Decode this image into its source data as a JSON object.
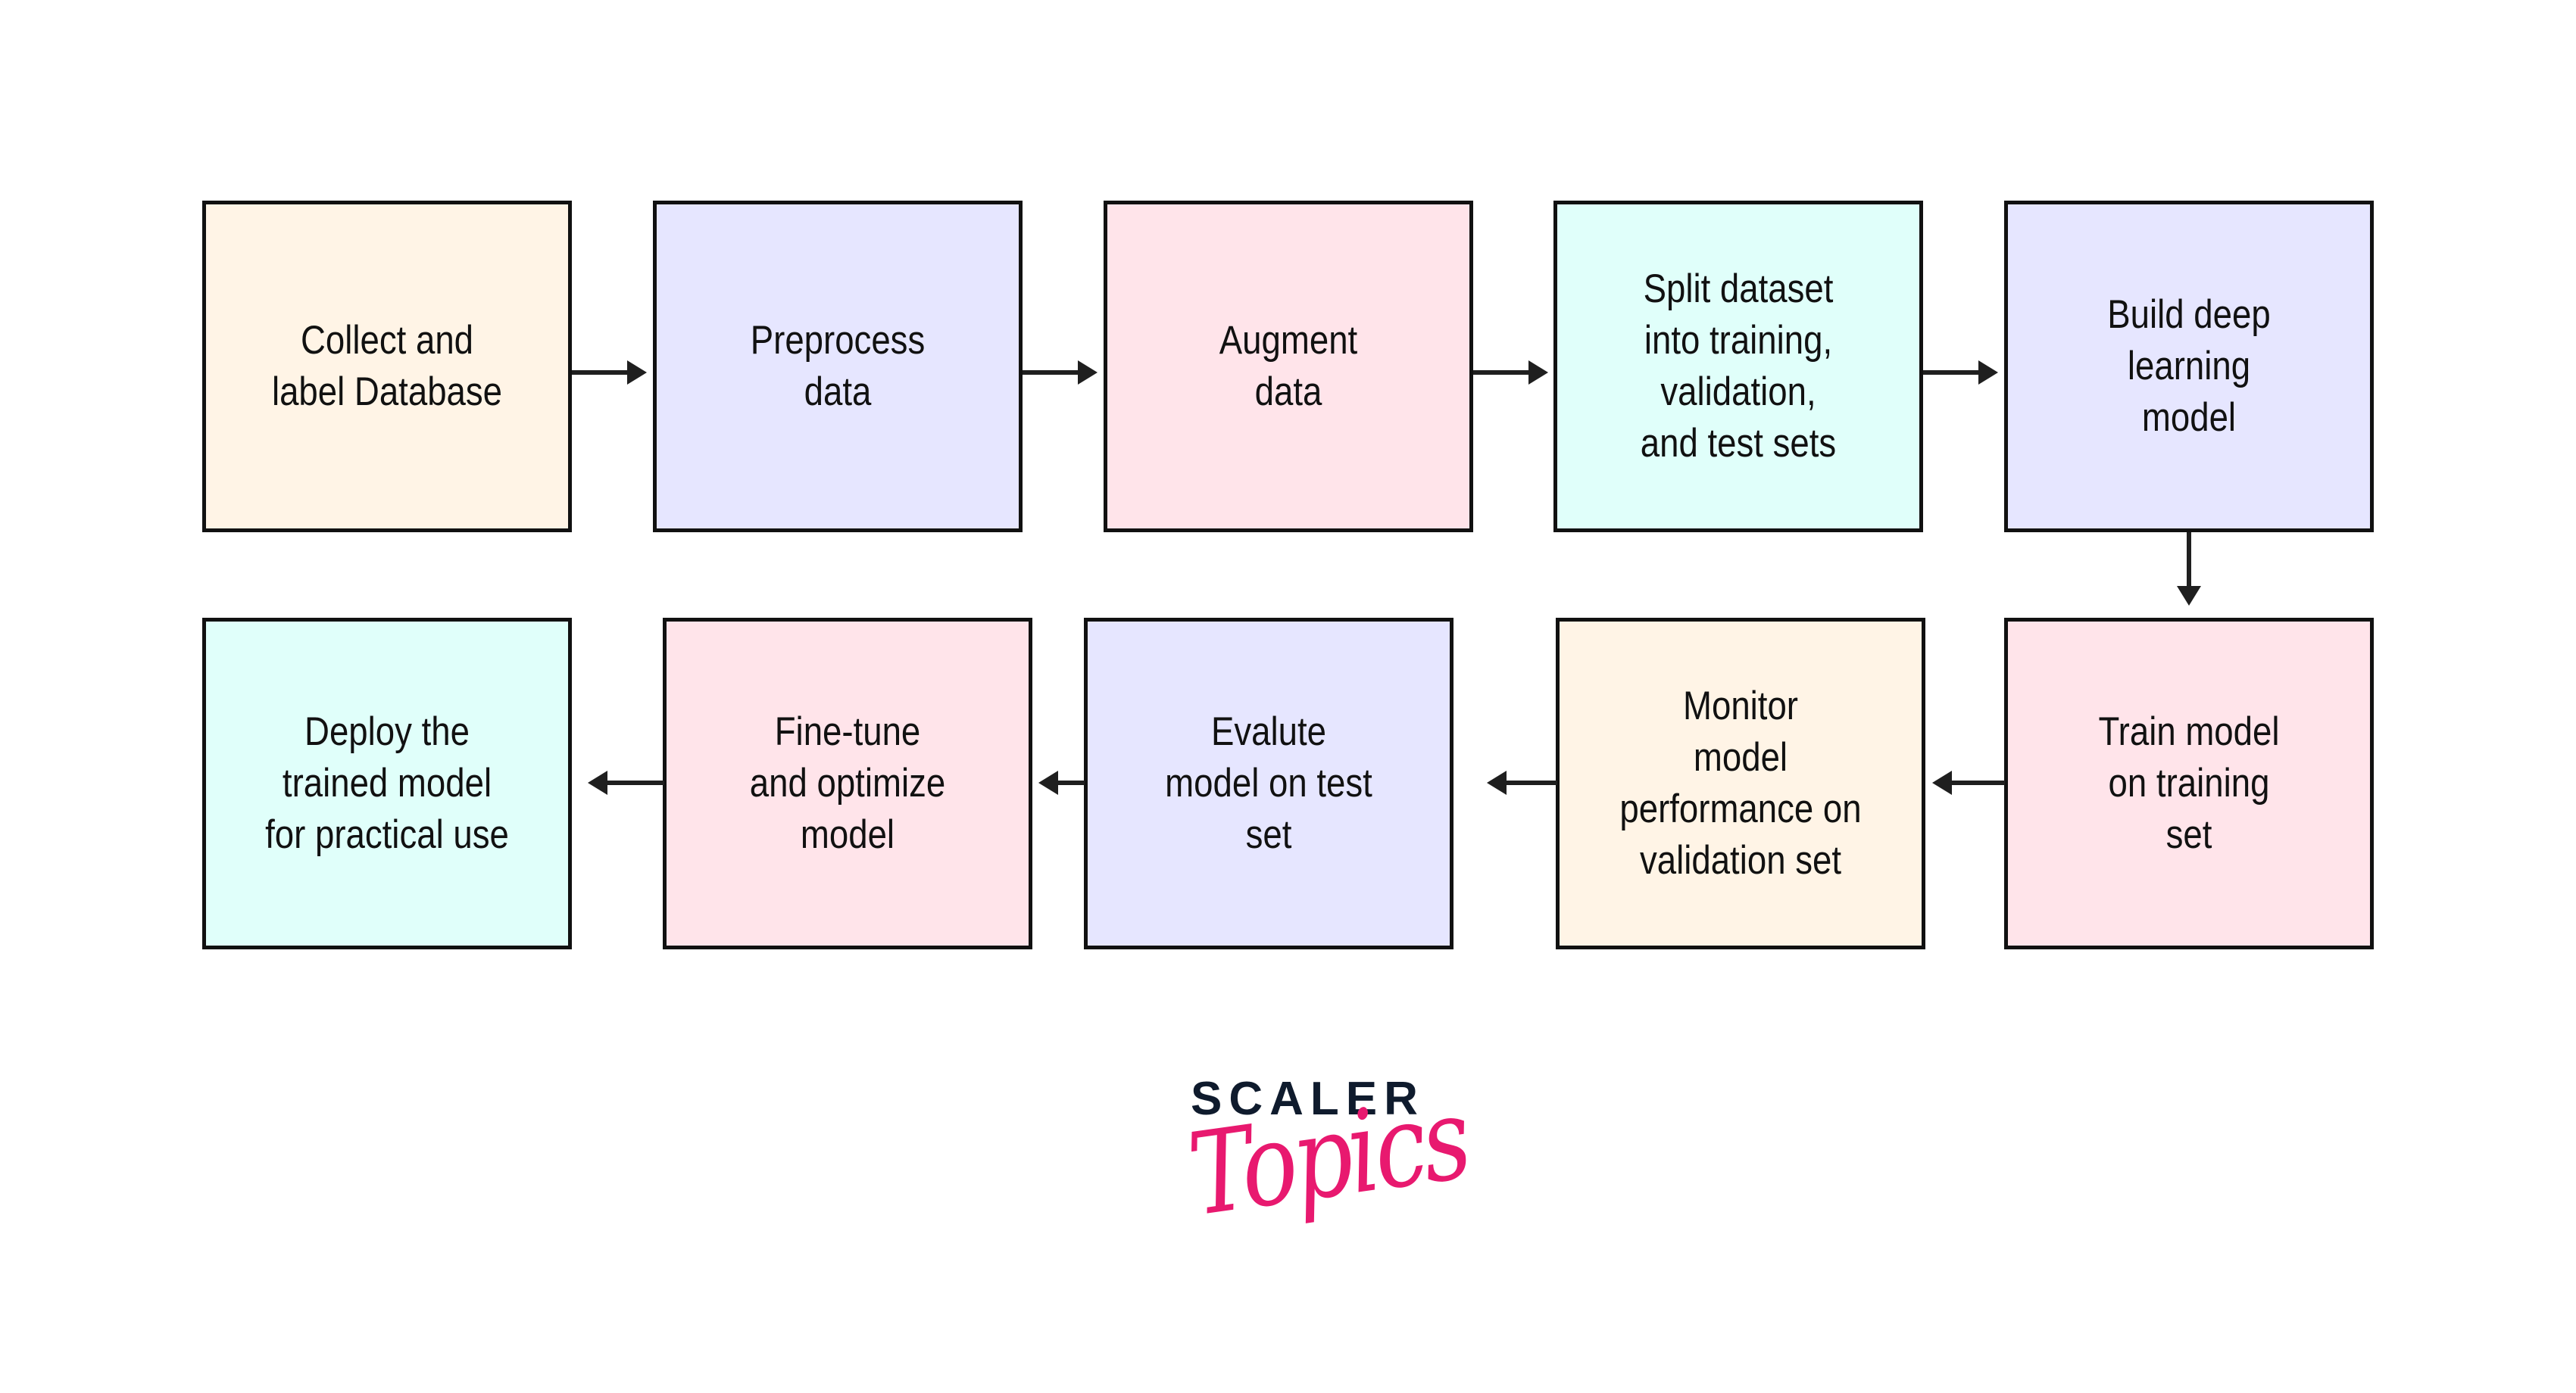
{
  "diagram": {
    "type": "flowchart",
    "steps": [
      {
        "id": 1,
        "label": "Collect and\nlabel Database",
        "fill": "#fff4e6"
      },
      {
        "id": 2,
        "label": "Preprocess\ndata",
        "fill": "#e6e6ff"
      },
      {
        "id": 3,
        "label": "Augment\ndata",
        "fill": "#ffe4ea"
      },
      {
        "id": 4,
        "label": "Split dataset\ninto training,\nvalidation,\nand test sets",
        "fill": "#e0fffa"
      },
      {
        "id": 5,
        "label": "Build deep\nlearning\nmodel",
        "fill": "#e6e6ff"
      },
      {
        "id": 6,
        "label": "Train model\non training\nset",
        "fill": "#ffe4ea"
      },
      {
        "id": 7,
        "label": "Monitor\nmodel\nperformance on\nvalidation set",
        "fill": "#fff4e6"
      },
      {
        "id": 8,
        "label": "Evalute\nmodel on test\nset",
        "fill": "#e6e6ff"
      },
      {
        "id": 9,
        "label": "Fine-tune\nand optimize\nmodel",
        "fill": "#ffe4ea"
      },
      {
        "id": 10,
        "label": "Deploy the\ntrained model\nfor practical use",
        "fill": "#e0fffa"
      }
    ],
    "edges": [
      {
        "from": 1,
        "to": 2
      },
      {
        "from": 2,
        "to": 3
      },
      {
        "from": 3,
        "to": 4
      },
      {
        "from": 4,
        "to": 5
      },
      {
        "from": 5,
        "to": 6
      },
      {
        "from": 6,
        "to": 7
      },
      {
        "from": 7,
        "to": 8
      },
      {
        "from": 8,
        "to": 9
      },
      {
        "from": 9,
        "to": 10
      }
    ]
  },
  "logo": {
    "brand": "SCALER",
    "product": "Topics",
    "brand_color": "#0f1b2d",
    "product_color": "#e8196f"
  },
  "colors": {
    "border": "#111111",
    "arrow": "#1f1f1f",
    "background": "#ffffff"
  }
}
